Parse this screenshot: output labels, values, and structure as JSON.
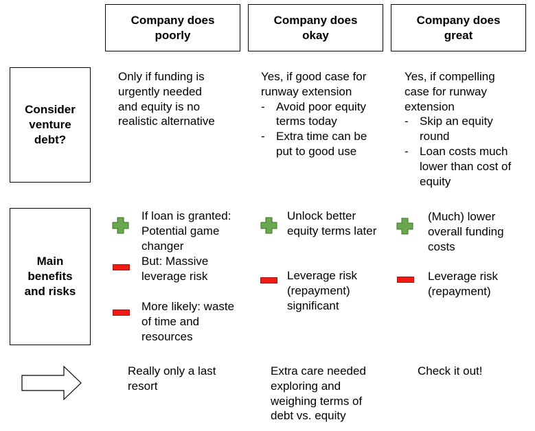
{
  "headers": [
    "Company does\npoorly",
    "Company does\nokay",
    "Company does\ngreat"
  ],
  "row_labels": [
    "Consider\nventure\ndebt?",
    "Main\nbenefits\nand risks"
  ],
  "consider": {
    "poorly": {
      "lines": [
        "Only if funding is",
        "urgently needed",
        "and equity is no",
        "realistic alternative"
      ]
    },
    "okay": {
      "lead": [
        "Yes, if good case for",
        "runway extension"
      ],
      "bullets": [
        [
          "Avoid poor equity",
          "terms today"
        ],
        [
          "Extra time can be",
          "put to good use"
        ]
      ]
    },
    "great": {
      "lead": [
        "Yes, if compelling",
        "case for runway",
        "extension"
      ],
      "bullets": [
        [
          "Skip an equity",
          "round"
        ],
        [
          "Loan costs much",
          "lower than cost of",
          "equity"
        ]
      ]
    }
  },
  "benefits": {
    "poorly": [
      {
        "kind": "plus",
        "lines": [
          "If loan is granted:",
          "Potential game",
          "changer"
        ]
      },
      {
        "kind": "minus",
        "lines": [
          "But: Massive",
          "leverage risk"
        ]
      },
      {
        "kind": "minus",
        "lines": [
          "More likely: waste",
          "of time and",
          "resources"
        ]
      }
    ],
    "okay": [
      {
        "kind": "plus",
        "lines": [
          "Unlock better",
          "equity terms later"
        ]
      },
      {
        "kind": "minus",
        "lines": [
          "Leverage risk",
          "(repayment)",
          "significant"
        ]
      }
    ],
    "great": [
      {
        "kind": "plus",
        "lines": [
          "(Much) lower",
          "overall funding",
          "costs"
        ]
      },
      {
        "kind": "minus",
        "lines": [
          "Leverage risk",
          "(repayment)"
        ]
      }
    ]
  },
  "conclusion": {
    "poorly": [
      "Really only a last",
      "resort"
    ],
    "okay": [
      "Extra care needed",
      "exploring and",
      "weighing terms of",
      "debt vs. equity"
    ],
    "great": [
      "Check it out!"
    ]
  },
  "icons": {
    "plus": "plus-icon",
    "minus": "minus-icon",
    "arrow": "right-arrow-icon"
  },
  "colors": {
    "plus_fill": "#6aa84f",
    "plus_stroke": "#38761d",
    "minus_fill": "#ee1c14"
  }
}
